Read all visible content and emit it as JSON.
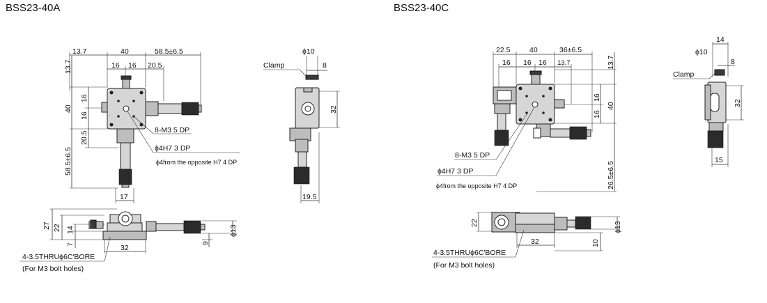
{
  "models": {
    "a": {
      "name": "BSS23-40A"
    },
    "c": {
      "name": "BSS23-40C"
    }
  },
  "a_top": {
    "dims": {
      "d13_7": "13.7",
      "d40": "40",
      "d58_5": "58.5±6.5",
      "d16a": "16",
      "d16b": "16",
      "d20_5": "20.5",
      "v13_7": "13.7",
      "v40": "40",
      "v16a": "16",
      "v16b": "16",
      "v20_5": "20.5",
      "v58_5": "58.5±6.5",
      "d17": "17"
    },
    "notes": {
      "m3": "8-M3 5 DP",
      "phi4": "ϕ4H7 3 DP",
      "phi4_opp": "ϕ4from the opposite H7 4 DP"
    }
  },
  "a_side": {
    "dims": {
      "phi10": "ϕ10",
      "d8": "8",
      "d32": "32",
      "d19_5": "19.5"
    },
    "clamp": "Clamp"
  },
  "a_front": {
    "dims": {
      "d27": "27",
      "d22": "22",
      "d14": "14",
      "d7": "7",
      "d32": "32",
      "d9": "9",
      "phi13": "ϕ13"
    },
    "bore": "4-3.5THRUϕ6C'BORE",
    "bolt": "(For M3 bolt holes)"
  },
  "c_top": {
    "dims": {
      "d22_5": "22.5",
      "d40": "40",
      "d36": "36±6.5",
      "v13_7": "13.7",
      "d16a": "16",
      "d16b": "16",
      "d16c": "16",
      "d13_7": "13.7",
      "v16a": "16",
      "v16b": "16",
      "v40": "40",
      "v26_5": "26.5±6.5"
    },
    "notes": {
      "m3": "8-M3 5 DP",
      "phi4": "ϕ4H7 3 DP",
      "phi4_opp": "ϕ4from the opposite H7 4 DP"
    }
  },
  "c_side": {
    "dims": {
      "d14": "14",
      "phi10": "ϕ10",
      "d8": "8",
      "d32": "32",
      "d15": "15"
    },
    "clamp": "Clamp"
  },
  "c_front": {
    "dims": {
      "d22": "22",
      "d32": "32",
      "d10": "10",
      "phi13": "ϕ13"
    },
    "bore": "4-3.5THRUϕ6C'BORE",
    "bolt": "(For M3 bolt holes)"
  }
}
